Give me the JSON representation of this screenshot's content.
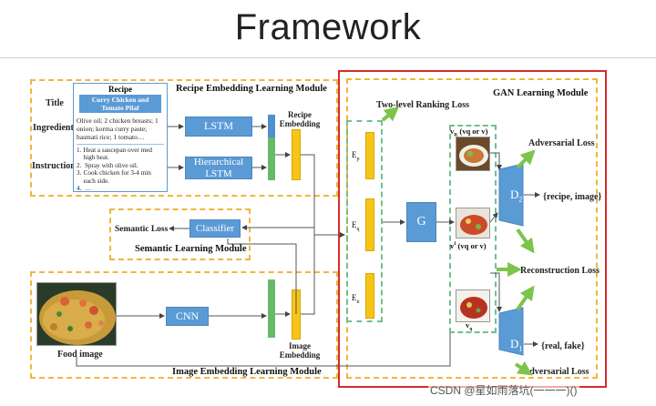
{
  "title": "Framework",
  "recipe_module": {
    "title": "Recipe Embedding Learning Module",
    "row_title": "Title",
    "row_ingredients": "Ingredients",
    "row_instructions": "Instructions",
    "card_header": "Recipe",
    "card_title": "Curry Chicken and Tomato Pilaf",
    "ingredients_text": "Olive oil; 2 chicken breasts; 1 onion; korma curry paste; basmati rice; 1 tomato…",
    "instructions": [
      "Heat a saucepan over med high heat.",
      "Spray with olive oil.",
      "Cook chicken for 3-4 min each side.",
      "…"
    ],
    "lstm_label": "LSTM",
    "hier_lstm_label": "Hierarchical LSTM",
    "embedding_label": "Recipe Embedding"
  },
  "semantic_module": {
    "title": "Semantic Learning Module",
    "loss_label": "Semantic Loss",
    "classifier_label": "Classifier"
  },
  "image_module": {
    "title": "Image Embedding Learning Module",
    "food_image_label": "Food image",
    "cnn_label": "CNN",
    "embedding_label": "Image Embedding"
  },
  "gan_module": {
    "title": "GAN Learning Module",
    "ranking_loss": "Two-level Ranking Loss",
    "ep": "E",
    "ep_sub": "p",
    "eq": "E",
    "eq_sub": "q",
    "en": "E",
    "en_sub": "n",
    "g_label": "G",
    "vr_label": "v",
    "vr_sup": "R",
    "vr_rest": " (v",
    "vr_tail": "q or v",
    "vi_label": "v",
    "vi_sup": "I",
    "vq_label": "v",
    "vq_sub": "q",
    "adversarial_loss_top": "Adversarial Loss",
    "d2_label": "D",
    "d2_sub": "2",
    "d2_output": "{recipe, image}",
    "reconstruction_loss": "Reconstruction Loss",
    "d1_label": "D",
    "d1_sub": "1",
    "d1_output": "{real, fake}",
    "adversarial_loss_bottom": "Adversarial Loss"
  },
  "watermark": "CSDN @星如雨落坑(一一一)()",
  "colors": {
    "module_border": "#f0b63c",
    "gan_border": "#d62b2b",
    "box_fill": "#5b9bd5",
    "arrow_green": "#7dc44a",
    "embedding_yellow": "#f5c518",
    "embedding_green": "#6ab86a",
    "embedding_blue": "#4f8fd0"
  }
}
